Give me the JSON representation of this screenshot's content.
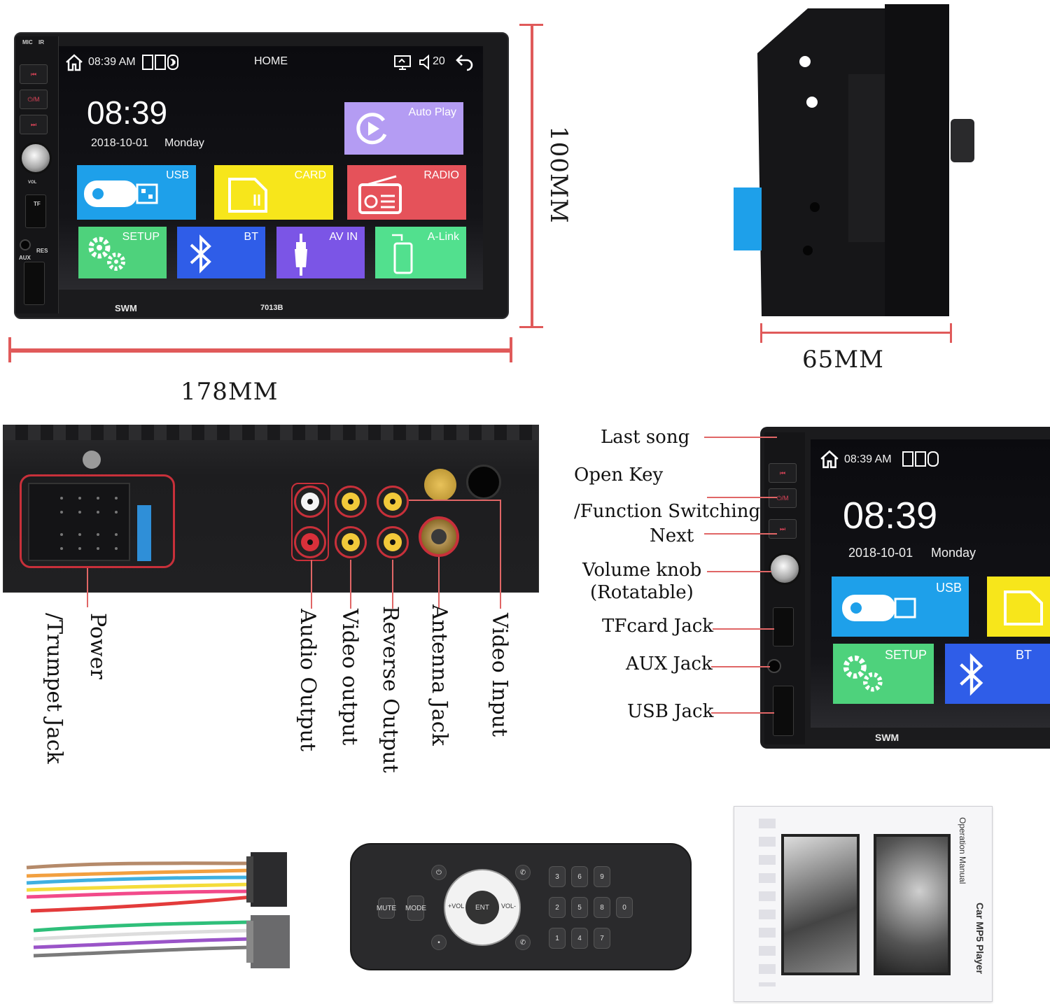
{
  "unit": {
    "left_panel": {
      "mic": "MIC",
      "ir": "IR",
      "vol": "VOL",
      "tf": "TF",
      "aux": "AUX",
      "res": "RES"
    },
    "status_bar": {
      "time": "08:39 AM",
      "title": "HOME",
      "volume": "20"
    },
    "clock": {
      "time": "08:39",
      "date": "2018-10-01",
      "day": "Monday"
    },
    "tiles": {
      "autoplay": "Auto Play",
      "usb": "USB",
      "card": "CARD",
      "radio": "RADIO",
      "setup": "SETUP",
      "bt": "BT",
      "avin": "AV IN",
      "alink": "A-Link"
    },
    "brand": "SWM",
    "model": "7013B"
  },
  "dimensions": {
    "height": "100MM",
    "width": "178MM",
    "depth": "65MM"
  },
  "back_labels": {
    "power": "Power",
    "trumpet": "/Trumpet Jack",
    "audio": "Audio Output",
    "video_out": "Video output",
    "reverse": "Reverse Output",
    "antenna": "Antenna Jack",
    "video_in": "Video Input"
  },
  "callouts": {
    "last_song": "Last song",
    "open_key": "Open Key",
    "function_switching": "/Function Switching",
    "next": "Next",
    "volume_knob": "Volume knob",
    "rotatable": "(Rotatable)",
    "tfcard": "TFcard Jack",
    "aux": "AUX Jack",
    "usb": "USB Jack"
  },
  "closeup": {
    "time": "08:39 AM",
    "clock": "08:39",
    "date": "2018-10-01",
    "day": "Monday",
    "usb": "USB",
    "setup": "SETUP",
    "bt": "BT",
    "brand": "SWM"
  },
  "remote": {
    "mute": "MUTE",
    "mode": "MODE",
    "vol_plus": "+VOL",
    "vol_minus": "VOL-",
    "enter": "ENT",
    "digits": [
      "1",
      "2",
      "3",
      "4",
      "5",
      "6",
      "7",
      "8",
      "9",
      "0"
    ]
  },
  "manual": {
    "title": "Operation Manual",
    "subtitle": "Car MP5 Player"
  },
  "colors": {
    "usb": "#1ea0ea",
    "card": "#f7e61b",
    "radio": "#e5525a",
    "setup": "#4ed27c",
    "bt": "#2f5de8",
    "avin": "#7b55e6",
    "alink": "#52e08e",
    "autoplay": "#b49cf3",
    "dimension_line": "#e05a5a"
  }
}
